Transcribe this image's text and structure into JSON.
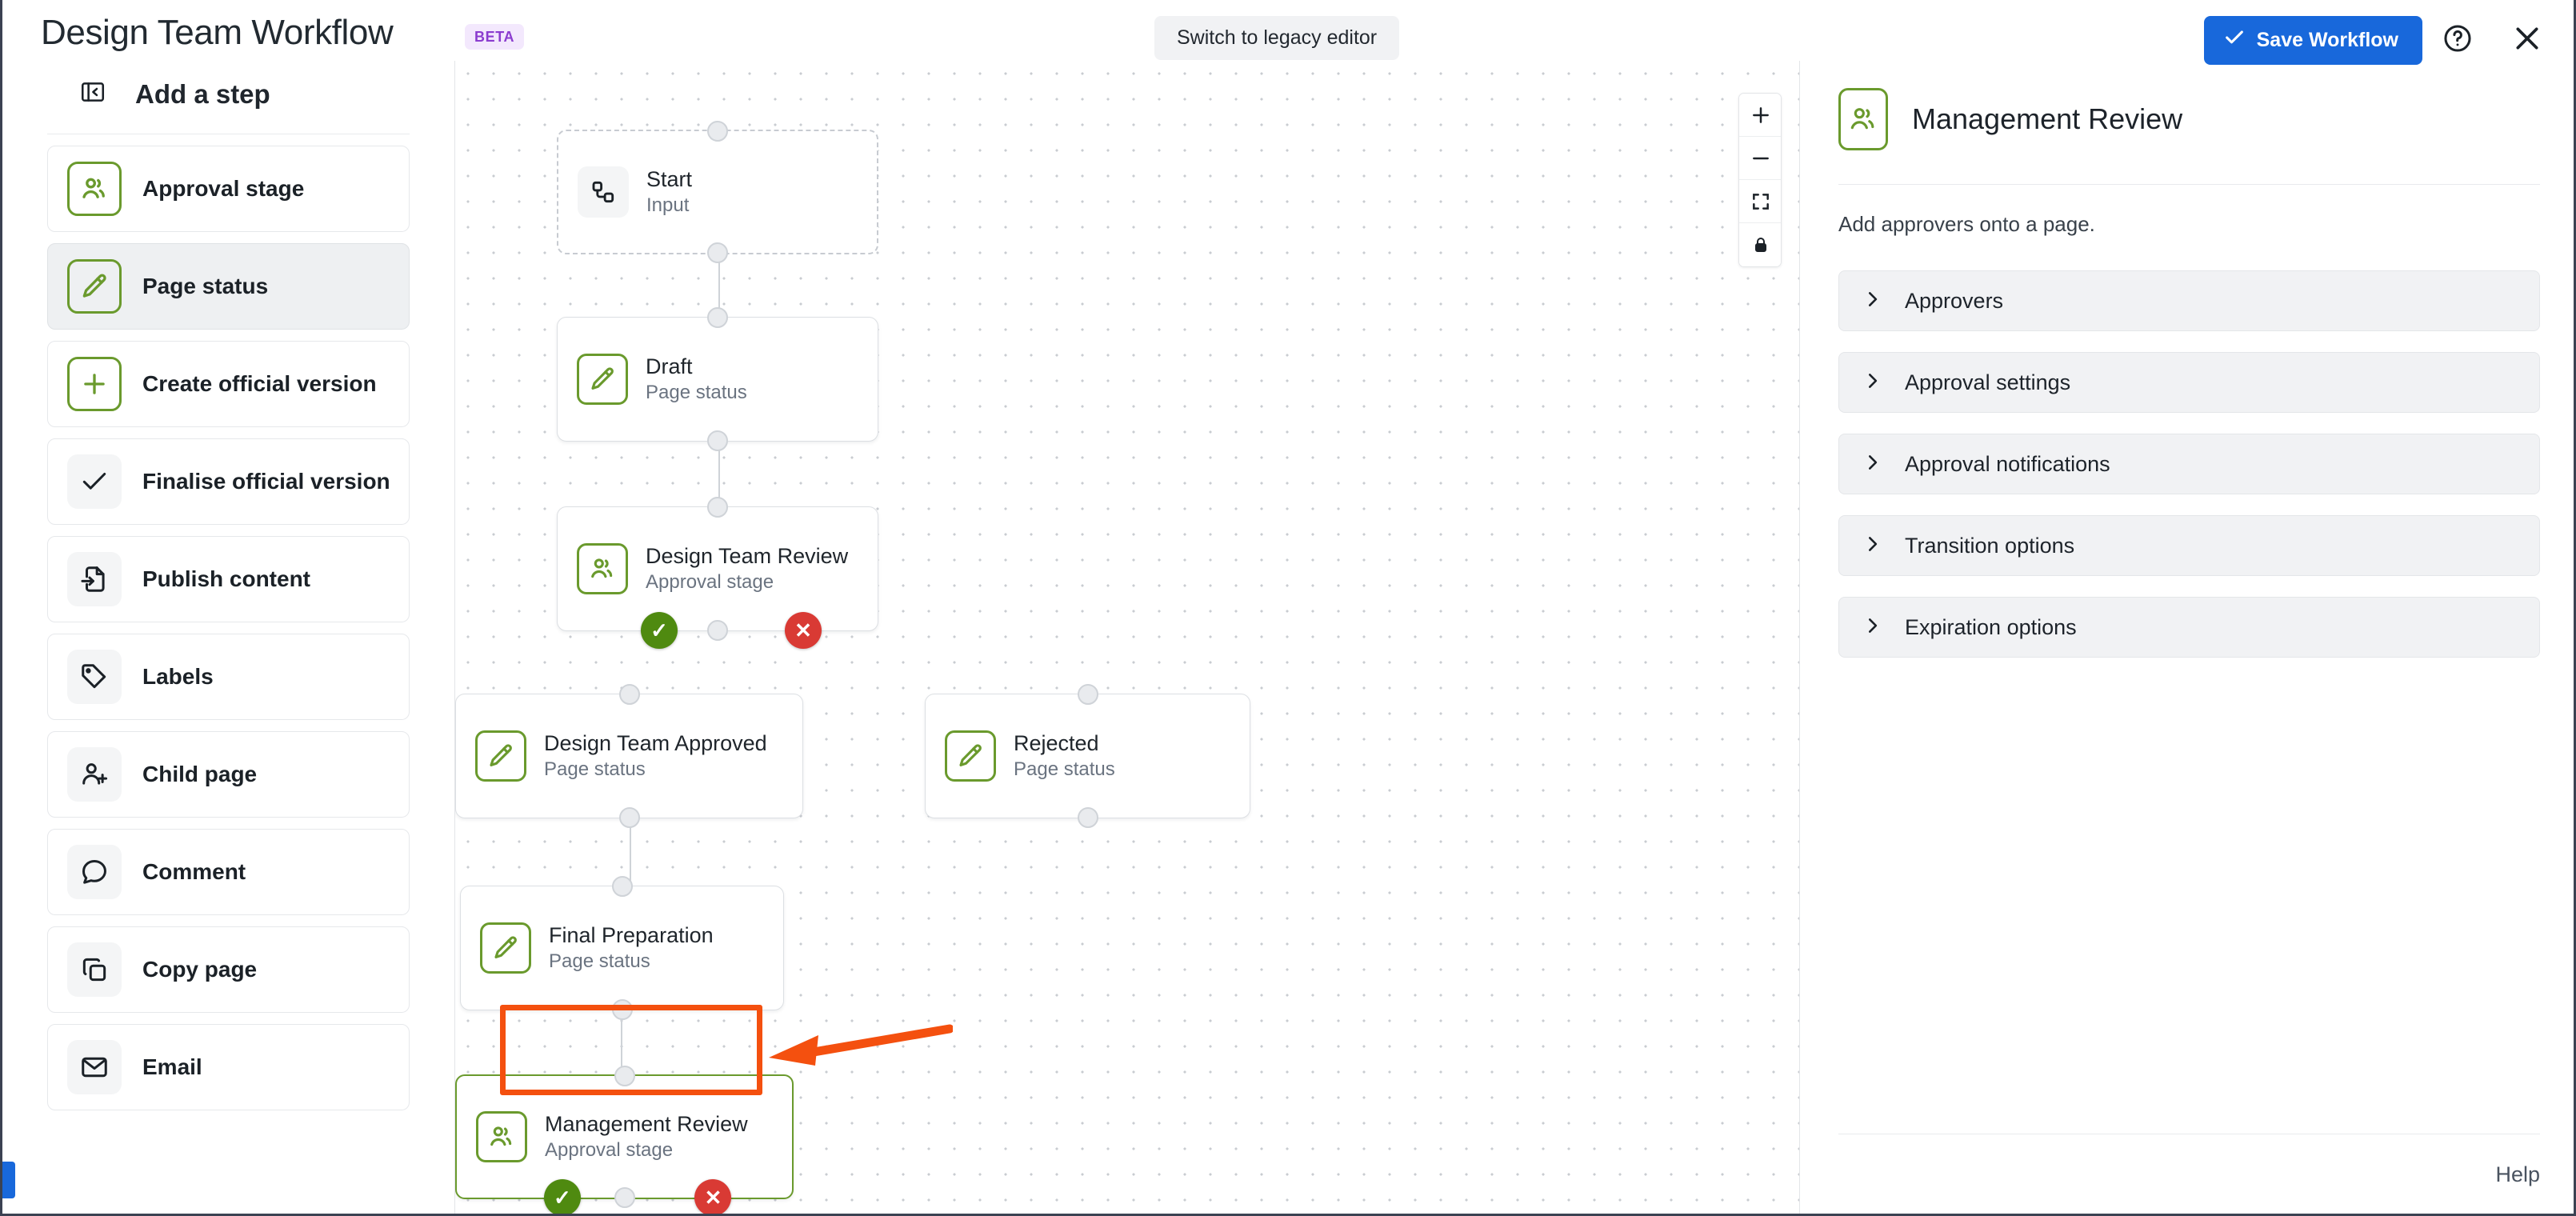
{
  "header": {
    "app_title": "Design Team Workflow",
    "beta_badge": "BETA",
    "legacy_button": "Switch to legacy editor",
    "save_button": "Save Workflow",
    "help_icon": "help-circle-icon",
    "close_icon": "close-icon",
    "save_accent_color": "#1868db",
    "beta_badge_color": "#8b3ccf"
  },
  "sidebar": {
    "title": "Add a step",
    "collapse_icon": "panel-collapse-icon",
    "items": [
      {
        "label": "Approval stage",
        "icon": "approvers-icon",
        "icon_style": "green",
        "selected": false
      },
      {
        "label": "Page status",
        "icon": "pencil-icon",
        "icon_style": "green",
        "selected": true
      },
      {
        "label": "Create official version",
        "icon": "plus-icon",
        "icon_style": "green",
        "selected": false
      },
      {
        "label": "Finalise official version",
        "icon": "check-icon",
        "icon_style": "plain",
        "selected": false
      },
      {
        "label": "Publish content",
        "icon": "publish-page-icon",
        "icon_style": "plain",
        "selected": false
      },
      {
        "label": "Labels",
        "icon": "tag-icon",
        "icon_style": "plain",
        "selected": false
      },
      {
        "label": "Child page",
        "icon": "person-plus-icon",
        "icon_style": "plain",
        "selected": false
      },
      {
        "label": "Comment",
        "icon": "comment-bubble-icon",
        "icon_style": "plain",
        "selected": false
      },
      {
        "label": "Copy page",
        "icon": "copy-icon",
        "icon_style": "plain",
        "selected": false
      },
      {
        "label": "Email",
        "icon": "envelope-icon",
        "icon_style": "plain",
        "selected": false
      }
    ]
  },
  "canvas": {
    "zoom_controls": [
      {
        "name": "zoom-in-icon",
        "label": "+"
      },
      {
        "name": "zoom-out-icon",
        "label": "−"
      },
      {
        "name": "fit-view-icon",
        "label": ""
      },
      {
        "name": "lock-icon",
        "label": ""
      }
    ],
    "nodes": [
      {
        "id": "start",
        "title": "Start",
        "subtitle": "Input",
        "icon": "flow-node-icon",
        "icon_style": "plain",
        "style": "dashed",
        "badges": []
      },
      {
        "id": "draft",
        "title": "Draft",
        "subtitle": "Page status",
        "icon": "pencil-icon",
        "icon_style": "green",
        "style": "default",
        "badges": []
      },
      {
        "id": "design-team-review",
        "title": "Design Team Review",
        "subtitle": "Approval stage",
        "icon": "approvers-icon",
        "icon_style": "green",
        "style": "default",
        "badges": [
          "approve",
          "reject"
        ]
      },
      {
        "id": "design-team-approved",
        "title": "Design Team Approved",
        "subtitle": "Page status",
        "icon": "pencil-icon",
        "icon_style": "green",
        "style": "default",
        "badges": []
      },
      {
        "id": "rejected",
        "title": "Rejected",
        "subtitle": "Page status",
        "icon": "pencil-icon",
        "icon_style": "green",
        "style": "default",
        "badges": []
      },
      {
        "id": "final-preparation",
        "title": "Final Preparation",
        "subtitle": "Page status",
        "icon": "pencil-icon",
        "icon_style": "green",
        "style": "default",
        "badges": []
      },
      {
        "id": "management-review",
        "title": "Management Review",
        "subtitle": "Approval stage",
        "icon": "approvers-icon",
        "icon_style": "green",
        "style": "selected",
        "badges": [
          "approve",
          "reject"
        ]
      }
    ],
    "node_actions": [
      {
        "name": "duplicate-node-button",
        "icon": "copy-icon"
      },
      {
        "name": "delete-node-button",
        "icon": "trash-icon"
      }
    ],
    "badge_approve_icon": "✓",
    "badge_reject_icon": "✕",
    "approve_color": "#4f8a10",
    "reject_color": "#d93a34",
    "annotation_color": "#f4500f"
  },
  "right_panel": {
    "title": "Management Review",
    "icon": "approvers-icon",
    "description": "Add approvers onto a page.",
    "sections": [
      {
        "label": "Approvers"
      },
      {
        "label": "Approval settings"
      },
      {
        "label": "Approval notifications"
      },
      {
        "label": "Transition options"
      },
      {
        "label": "Expiration options"
      }
    ],
    "help_link": "Help"
  }
}
